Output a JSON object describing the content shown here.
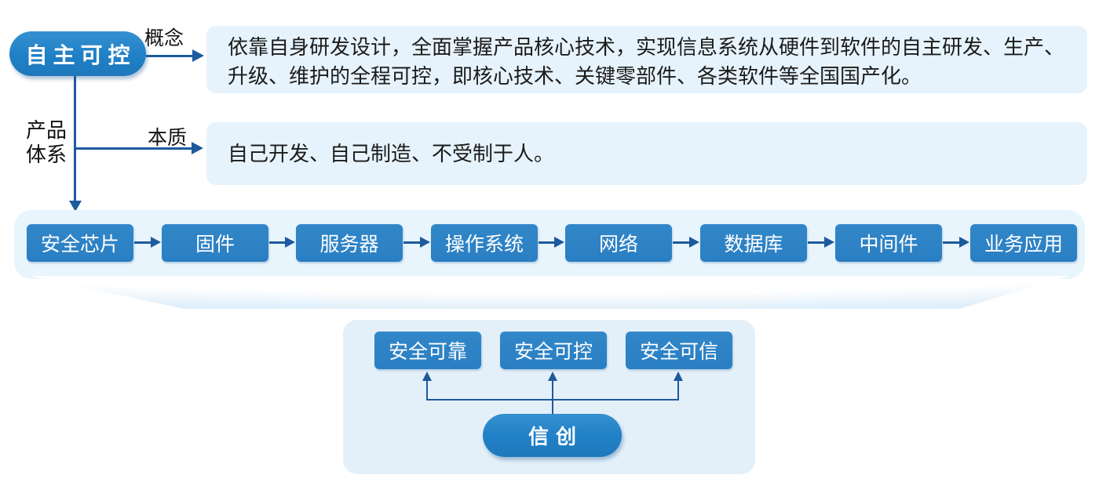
{
  "root": {
    "label": "自主可控"
  },
  "labels": {
    "concept": "概念",
    "essence": "本质",
    "product_system": [
      "产品",
      "体系"
    ]
  },
  "blocks": {
    "concept": {
      "lines": [
        "依靠自身研发设计，全面掌握产品核心技术，实现信息系统从硬件到软件的自主研发、生产、",
        "升级、维护的全程可控，即核心技术、关键零部件、各类软件等全国国产化。"
      ]
    },
    "essence": {
      "text": "自己开发、自己制造、不受制于人。"
    }
  },
  "chain": {
    "items": [
      "安全芯片",
      "固件",
      "服务器",
      "操作系统",
      "网络",
      "数据库",
      "中间件",
      "业务应用"
    ]
  },
  "bottom": {
    "items": [
      "安全可靠",
      "安全可控",
      "安全可信"
    ],
    "source": {
      "label": "信创"
    }
  },
  "colors": {
    "node_blue": "#2b80c4",
    "panel_light_blue": "#e7f3fc",
    "arrow_navy": "#1d5a9e",
    "text_black": "#111111",
    "node_text": "#ffffff"
  }
}
